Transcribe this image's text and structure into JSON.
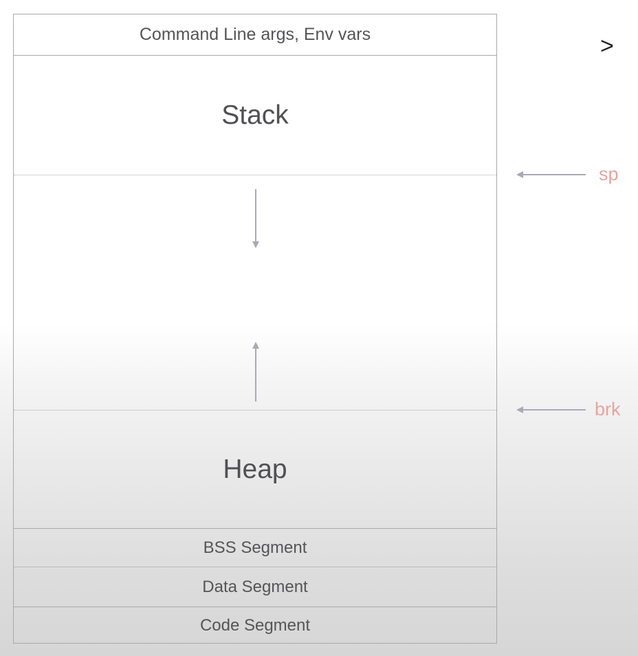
{
  "regions": {
    "args": "Command Line args, Env vars",
    "stack": "Stack",
    "heap": "Heap",
    "bss": "BSS Segment",
    "data": "Data Segment",
    "code": "Code Segment"
  },
  "pointers": {
    "sp": "sp",
    "brk": "brk"
  },
  "nav": {
    "next_glyph": ">",
    "next_icon": "chevron-right-icon"
  },
  "colors": {
    "pointer_label": "#e8a3a0",
    "arrow": "#a9a9b8",
    "border": "#a9a9ad",
    "text": "#555558"
  }
}
